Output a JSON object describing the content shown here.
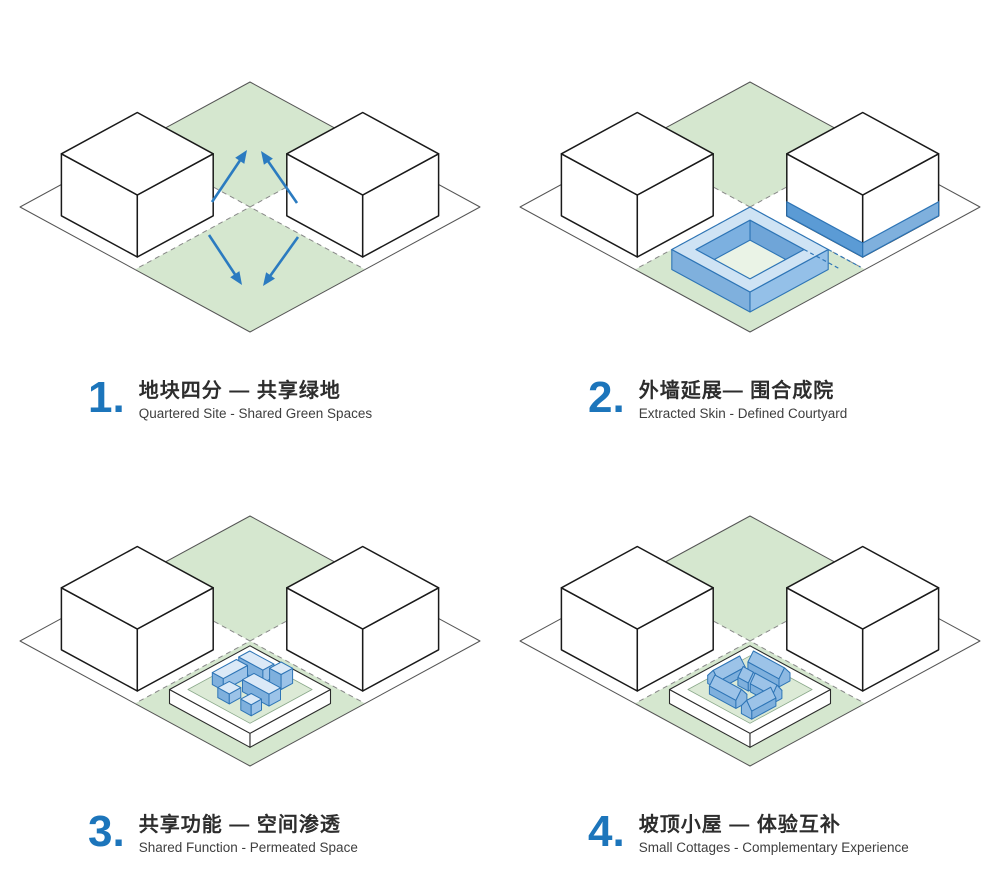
{
  "panels": [
    {
      "number": "1.",
      "title_cn": "地块四分 — 共享绿地",
      "subtitle_en": "Quartered Site - Shared Green Spaces",
      "variant": "arrows"
    },
    {
      "number": "2.",
      "title_cn": "外墙延展— 围合成院",
      "subtitle_en": "Extracted Skin - Defined Courtyard",
      "variant": "courtyard"
    },
    {
      "number": "3.",
      "title_cn": "共享功能 — 空间渗透",
      "subtitle_en": "Shared Function - Permeated Space",
      "variant": "boxes"
    },
    {
      "number": "4.",
      "title_cn": "坡顶小屋 — 体验互补",
      "subtitle_en": "Small Cottages - Complementary Experience",
      "variant": "cottages"
    }
  ],
  "colors": {
    "accent_blue": "#1c75bb",
    "arrow_blue": "#2b7bc0",
    "green": "#d5e7cf",
    "green_recess": "#dcead6",
    "courtyard_floor": "#eaf3e6",
    "blue_top": "#cfe3f4",
    "blue_light": "#9cc3e8",
    "blue_mid": "#7fb0dd",
    "blue_dark": "#6fa5d8",
    "blue_band": "#5b9bd5",
    "blue_stroke": "#2e75b6",
    "outline": "#1a1a1a",
    "site_line": "#555555",
    "dash_line": "#888888"
  }
}
